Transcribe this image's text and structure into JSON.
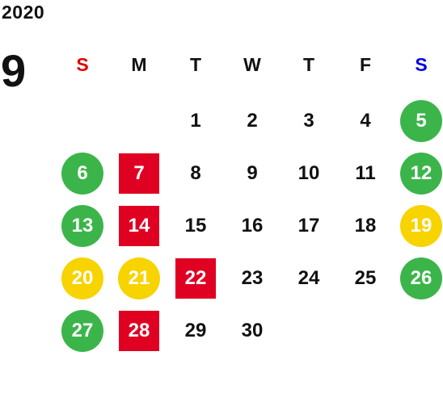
{
  "calendar": {
    "year": "2020",
    "month": "9",
    "weekdays": [
      "S",
      "M",
      "T",
      "W",
      "T",
      "F",
      "S"
    ],
    "weekday_colors": [
      "#e00000",
      "#111111",
      "#111111",
      "#111111",
      "#111111",
      "#111111",
      "#0000e0"
    ],
    "weeks": [
      [
        {
          "day": "",
          "mark": "none"
        },
        {
          "day": "",
          "mark": "none"
        },
        {
          "day": "1",
          "mark": "none"
        },
        {
          "day": "2",
          "mark": "none"
        },
        {
          "day": "3",
          "mark": "none"
        },
        {
          "day": "4",
          "mark": "none"
        },
        {
          "day": "5",
          "mark": "green"
        }
      ],
      [
        {
          "day": "6",
          "mark": "green"
        },
        {
          "day": "7",
          "mark": "red"
        },
        {
          "day": "8",
          "mark": "none"
        },
        {
          "day": "9",
          "mark": "none"
        },
        {
          "day": "10",
          "mark": "none"
        },
        {
          "day": "11",
          "mark": "none"
        },
        {
          "day": "12",
          "mark": "green"
        }
      ],
      [
        {
          "day": "13",
          "mark": "green"
        },
        {
          "day": "14",
          "mark": "red"
        },
        {
          "day": "15",
          "mark": "none"
        },
        {
          "day": "16",
          "mark": "none"
        },
        {
          "day": "17",
          "mark": "none"
        },
        {
          "day": "18",
          "mark": "none"
        },
        {
          "day": "19",
          "mark": "yellow"
        }
      ],
      [
        {
          "day": "20",
          "mark": "yellow"
        },
        {
          "day": "21",
          "mark": "yellow"
        },
        {
          "day": "22",
          "mark": "red"
        },
        {
          "day": "23",
          "mark": "none"
        },
        {
          "day": "24",
          "mark": "none"
        },
        {
          "day": "25",
          "mark": "none"
        },
        {
          "day": "26",
          "mark": "green"
        }
      ],
      [
        {
          "day": "27",
          "mark": "green"
        },
        {
          "day": "28",
          "mark": "red"
        },
        {
          "day": "29",
          "mark": "none"
        },
        {
          "day": "30",
          "mark": "none"
        },
        {
          "day": "",
          "mark": "none"
        },
        {
          "day": "",
          "mark": "none"
        },
        {
          "day": "",
          "mark": "none"
        }
      ]
    ],
    "mark_colors": {
      "green": "#3bb54a",
      "yellow": "#f7d300",
      "red": "#e00022"
    }
  }
}
